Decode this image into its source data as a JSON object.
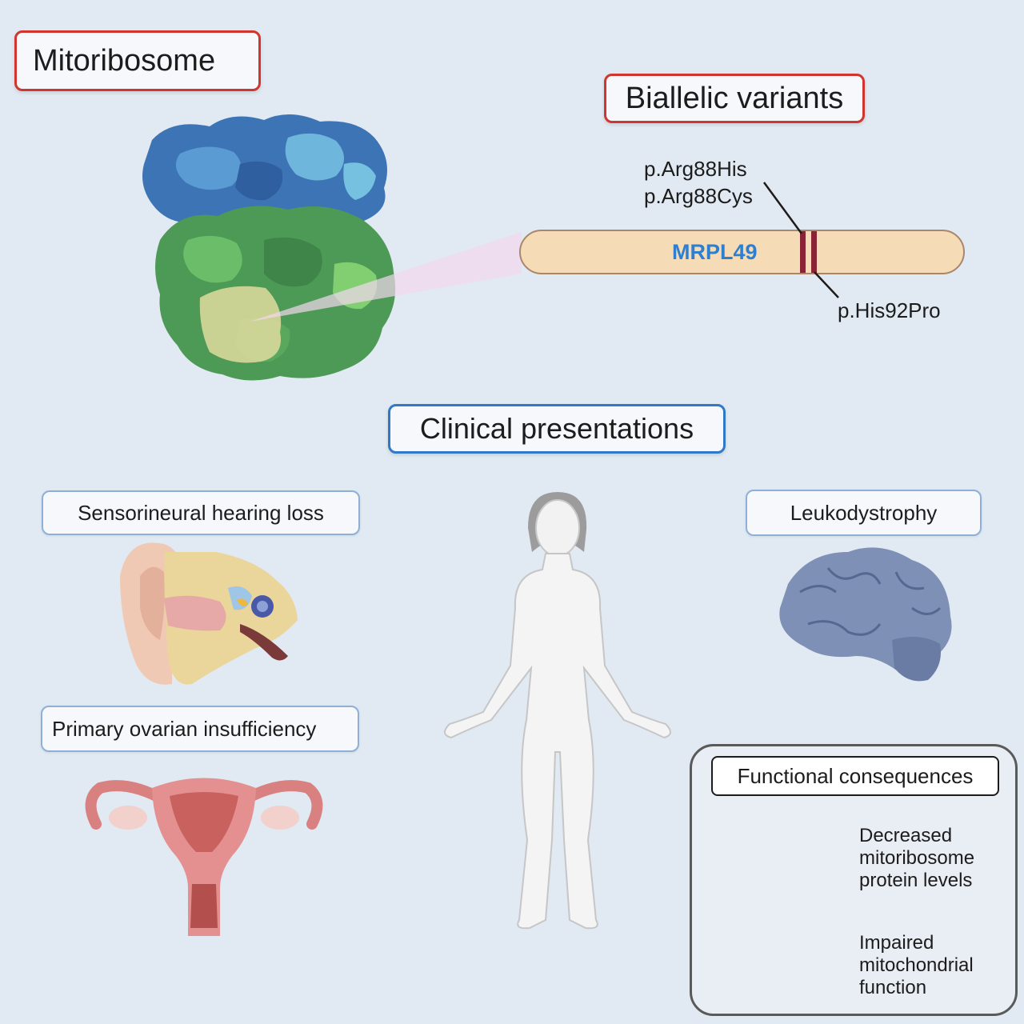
{
  "titles": {
    "mitoribosome": "Mitoribosome",
    "biallelic_variants": "Biallelic variants",
    "clinical_presentations": "Clinical presentations"
  },
  "gene": {
    "name": "MRPL49",
    "variants_top": [
      "p.Arg88His",
      "p.Arg88Cys"
    ],
    "variant_bottom": "p.His92Pro"
  },
  "presentations": {
    "hearing": "Sensorineural hearing loss",
    "ovarian": "Primary ovarian insufficiency",
    "brain": "Leukodystrophy"
  },
  "functional": {
    "title": "Functional consequences",
    "items": [
      {
        "lines": [
          "Decreased",
          "mitoribosome",
          "protein levels"
        ]
      },
      {
        "lines": [
          "Impaired",
          "mitochondrial",
          "function"
        ]
      }
    ]
  },
  "colors": {
    "title_border_red": "#d1352f",
    "title_border_blue": "#2f79c8",
    "gene_label": "#2f7fd0",
    "gene_bar": "#f6dcb6",
    "variant_mark": "#8a2336",
    "small_subunit": "#3f7dbf",
    "large_subunit": "#4f9e5a"
  }
}
